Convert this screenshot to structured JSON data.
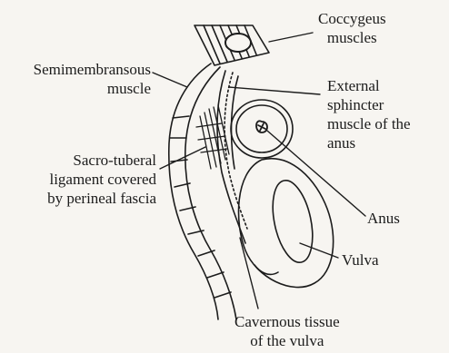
{
  "labels": {
    "coccygeus": [
      "Coccygeus",
      "muscles"
    ],
    "semimembranosus": [
      "Semimembransous",
      "muscle"
    ],
    "external_sphincter": [
      "External",
      "sphincter",
      "muscle of the",
      "anus"
    ],
    "sacro_tuberal": [
      "Sacro-tuberal",
      "ligament covered",
      "by perineal fascia"
    ],
    "anus": "Anus",
    "vulva": "Vulva",
    "cavernous_tissue": [
      "Cavernous tissue",
      "of the vulva"
    ]
  },
  "colors": {
    "background": "#f7f5f1",
    "ink": "#1c1c1c"
  }
}
